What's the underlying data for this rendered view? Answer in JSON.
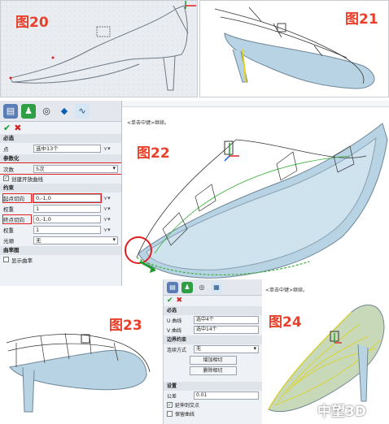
{
  "figures": {
    "f20": "图20",
    "f21": "图21",
    "f22": "图22",
    "f23": "图23",
    "f24": "图24"
  },
  "viewport": {
    "hint": "<单击中键>继续。"
  },
  "panel1": {
    "required": "必选",
    "point_label": "点",
    "point_value": "选中13个",
    "param": "参数化",
    "degree_label": "次数",
    "degree_value": "5次",
    "passthrough": "创建开放曲线",
    "constraint": "约束",
    "start_label": "起点切向",
    "start_value": "0,-1,0",
    "weight_label": "权重",
    "weight1": "1",
    "end_label": "终点切向",
    "end_value": "0,-1,0",
    "weight2": "1",
    "smooth_label": "光顺",
    "smooth_value": "无",
    "curve": "曲率图",
    "show_curve": "显示曲率"
  },
  "panel2": {
    "required": "必选",
    "u_label": "U 曲线",
    "u_value": "选中4个",
    "v_label": "V 曲线",
    "v_value": "选中14个",
    "boundary": "边界约束",
    "continuity_label": "连续方式",
    "continuity_value": "无",
    "add_btn": "增加相切",
    "del_btn": "删除相切",
    "settings": "设置",
    "tol_label": "公差",
    "tol_value": "0.01",
    "opt1": "延伸到交点",
    "opt2": "保留曲线"
  },
  "brand": "中望3D",
  "colors": {
    "accent": "#e8402a",
    "surface": "#b8d4e4",
    "highlight": "#e02020"
  }
}
